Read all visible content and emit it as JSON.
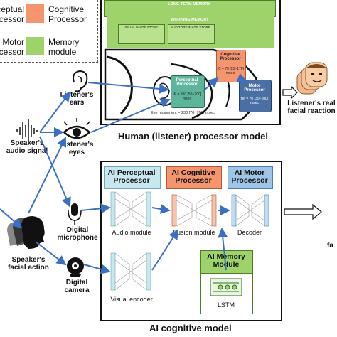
{
  "legend": {
    "perceptual": "Perceptual Processor",
    "cognitive": "Cognitive Processor",
    "motor": "Motor Processor",
    "memory": "Memory module",
    "colors": {
      "perceptual": "#c9e7ef",
      "cognitive": "#f4956f",
      "motor": "#9ec4e6",
      "memory": "#9ed26a"
    }
  },
  "human_model": {
    "title": "Human (listener) processor model",
    "long_term_memory": "LONG-TERM MEMORY",
    "working_memory": "WORKING MEMORY",
    "visual_store": "VISUAL IMAGE STORE",
    "auditory_store": "AUDITORY IMAGE STORE",
    "perceptual_processor": "Perceptual Processor",
    "perceptual_value": "τP = 100 [50~200] msec",
    "cognitive_processor": "Cognitive Processor",
    "cognitive_value": "τC = 70 [25~170] msec",
    "motor_processor": "Motor Processor",
    "motor_value": "τM = 70 [30~100] msec",
    "eye_movement": "Eye movement = 230 [70~700] msec"
  },
  "inputs": {
    "listener_ears": "Listener's ears",
    "listener_eyes": "Listener's eyes",
    "speaker_audio": "Speaker's audio signal",
    "speaker_facial": "Speaker's facial action",
    "digital_microphone": "Digital microphone",
    "digital_camera": "Digital camera"
  },
  "outputs": {
    "listener_reaction": "Listener's real facial reaction",
    "cut_off_label": "fa"
  },
  "ai_model": {
    "title": "AI cognitive model",
    "perceptual": "AI Perceptual Processor",
    "cognitive": "AI Cognitive Processor",
    "motor": "AI Motor Processor",
    "memory": "AI Memory Module",
    "audio_module": "Audio module",
    "visual_encoder": "Visual encoder",
    "fusion_module": "Fusion module",
    "decoder": "Decoder",
    "lstm": "LSTM"
  }
}
